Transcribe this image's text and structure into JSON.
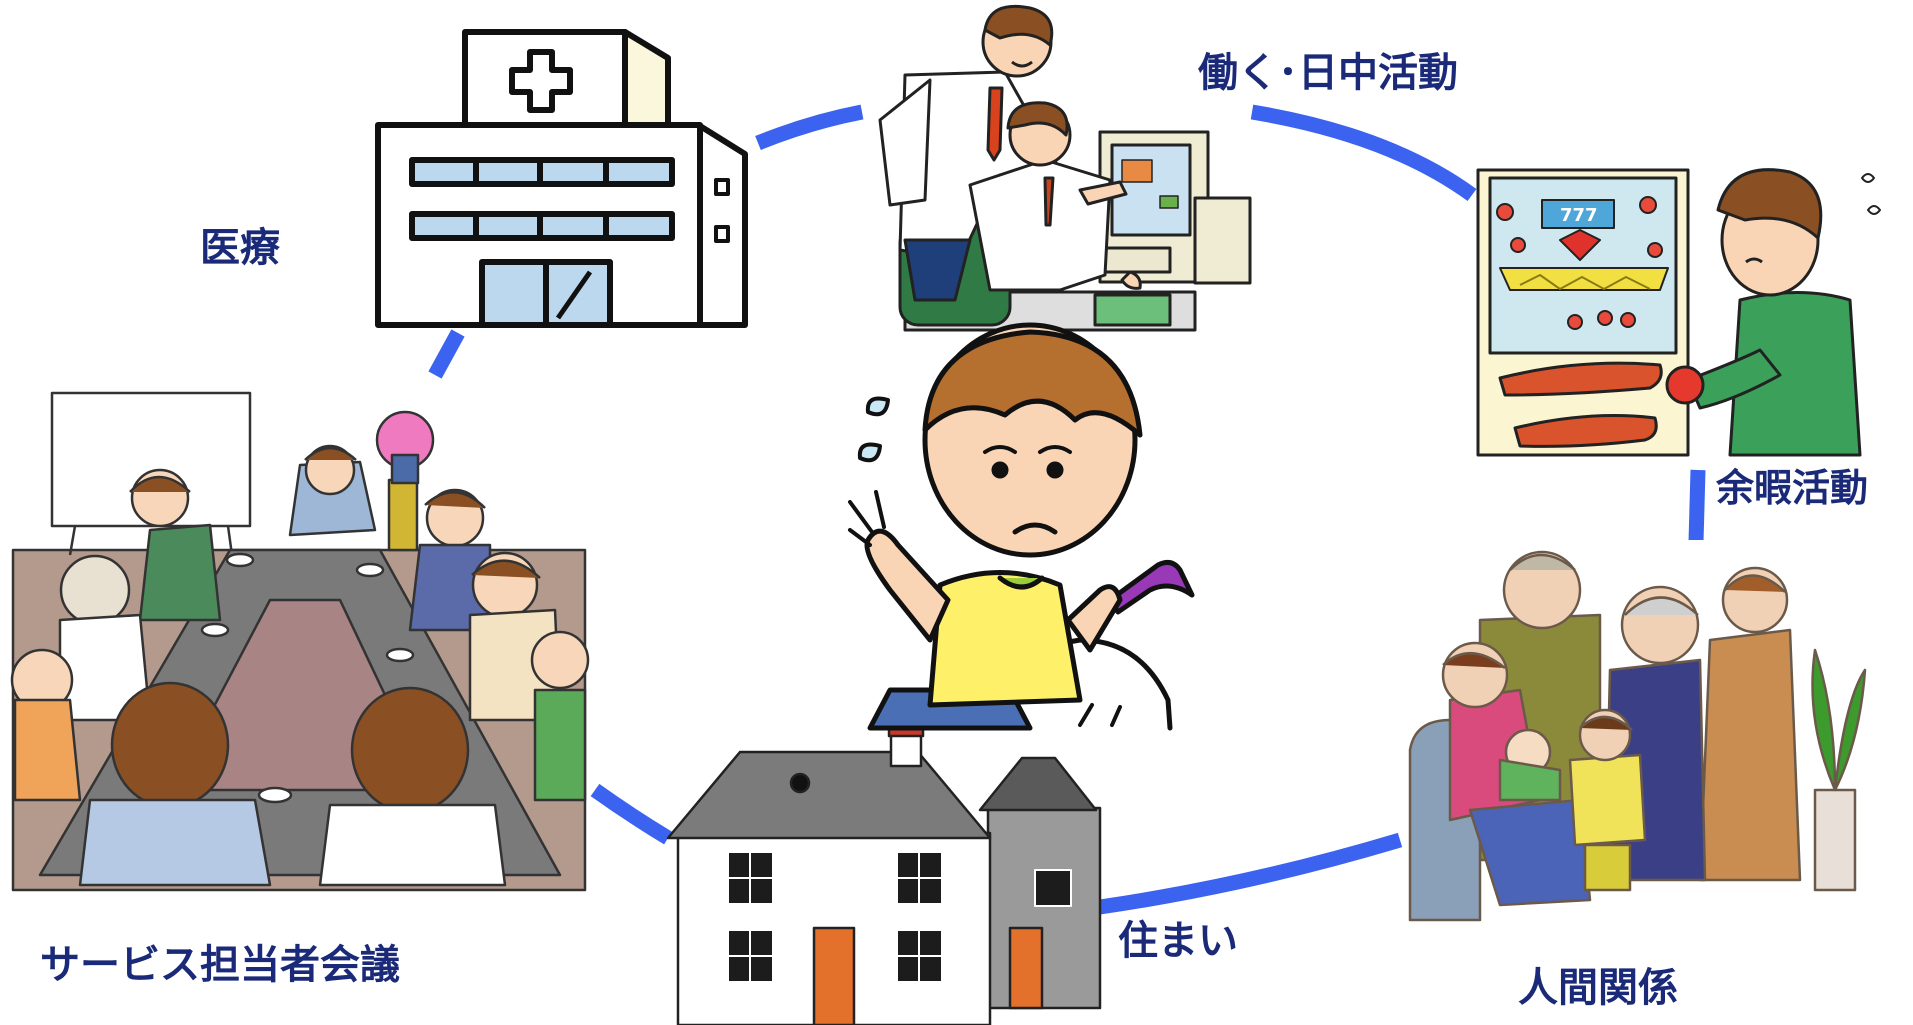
{
  "colors": {
    "ring": "#3b63f0",
    "label": "#1a2a78",
    "outline": "#111111",
    "hospital_glass": "#bcd8ee",
    "shirt_yellow": "#fff06a",
    "wheelchair_purple": "#9a39b8",
    "house_door": "#e3712b",
    "plant_green": "#3d9a2c"
  },
  "labels": {
    "medical": "医療",
    "work": "働く･日中活動",
    "leisure": "余暇活動",
    "relations": "人間関係",
    "housing": "住まい",
    "meeting": "サービス担当者会議"
  },
  "icons": {
    "hospital": "hospital-building-icon",
    "office": "office-workers-computer-icon",
    "pachinko": "pachinko-player-icon",
    "family": "family-group-icon",
    "house": "house-icon",
    "meeting": "meeting-room-icon",
    "center": "worried-child-wheelchair-icon",
    "slot_reels": "777"
  }
}
